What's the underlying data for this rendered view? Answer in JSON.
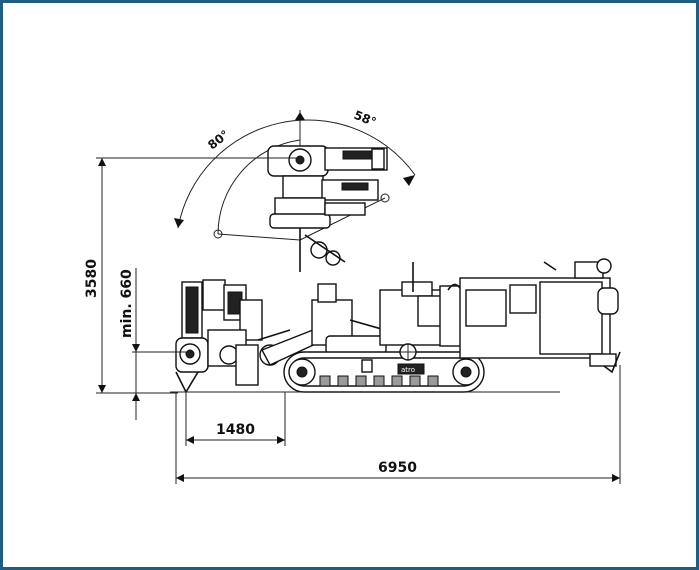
{
  "diagram": {
    "border_color": "#1f5d82",
    "angles": {
      "left": "80°",
      "right": "58°"
    },
    "dimensions": {
      "total_height": "3580",
      "min_height": "min. 660",
      "reach": "1480",
      "total_length": "6950"
    },
    "cab_label": "",
    "panel_label": "atro"
  }
}
